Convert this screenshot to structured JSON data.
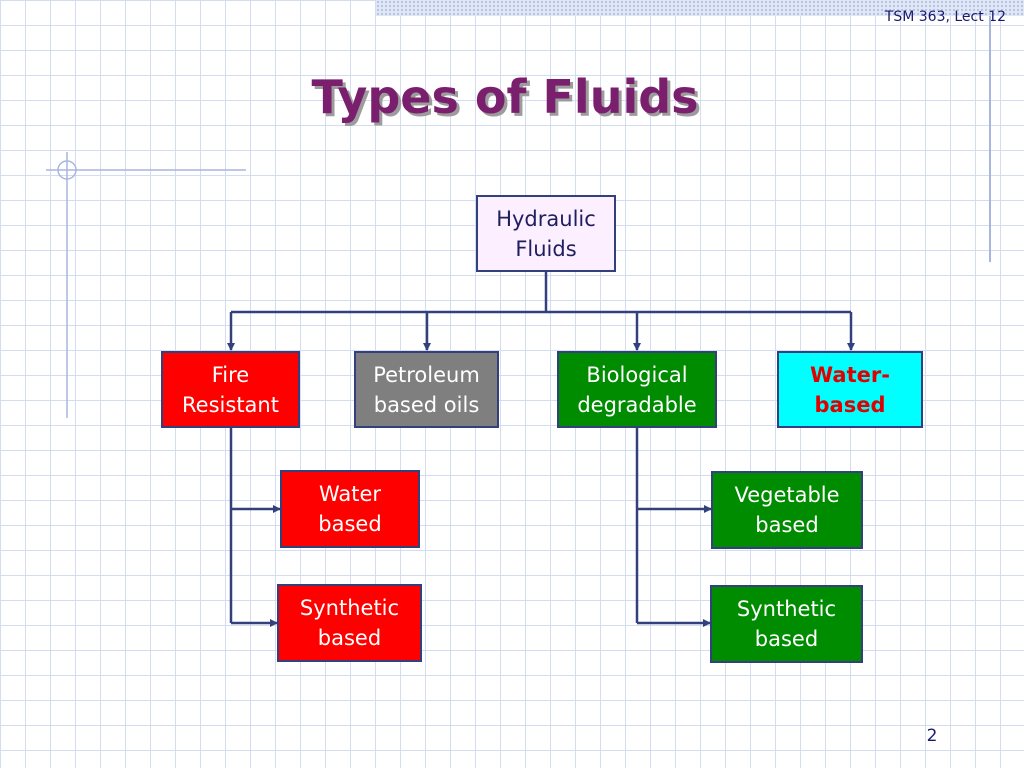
{
  "header": {
    "course": "TSM 363, Lect 12"
  },
  "slide": {
    "title": "Types of Fluids",
    "page_number": "2"
  },
  "diagram": {
    "root": {
      "line1": "Hydraulic",
      "line2": "Fluids"
    },
    "categories": [
      {
        "line1": "Fire",
        "line2": "Resistant",
        "color": "#ff0000"
      },
      {
        "line1": "Petroleum",
        "line2": "based oils",
        "color": "#7f7f7f"
      },
      {
        "line1": "Biological",
        "line2": "degradable",
        "color": "#008c00"
      },
      {
        "line1": "Water-",
        "line2": "based",
        "color": "#00ffff"
      }
    ],
    "fire_resistant_children": [
      {
        "line1": "Water",
        "line2": "based",
        "color": "#ff0000"
      },
      {
        "line1": "Synthetic",
        "line2": "based",
        "color": "#ff0000"
      }
    ],
    "biological_children": [
      {
        "line1": "Vegetable",
        "line2": "based",
        "color": "#008c00"
      },
      {
        "line1": "Synthetic",
        "line2": "based",
        "color": "#008c00"
      }
    ]
  }
}
